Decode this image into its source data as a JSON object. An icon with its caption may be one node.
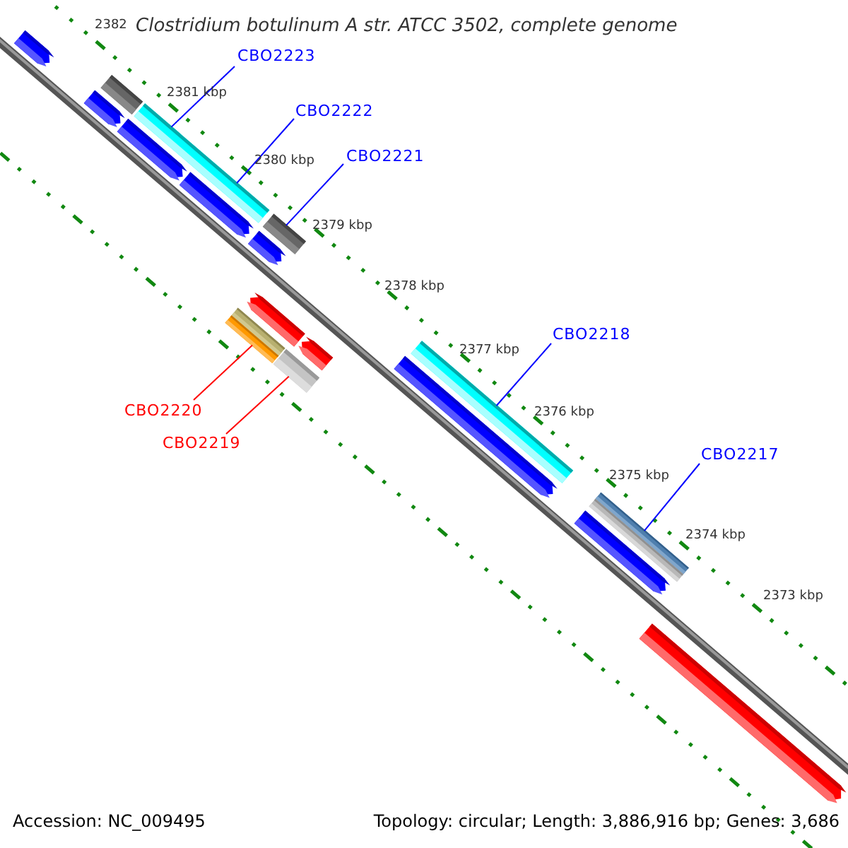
{
  "diagram": {
    "title": "Clostridium botulinum A str. ATCC 3502, complete genome",
    "nodes": [
      {
        "text": [
          "CBO2223"
        ]
      },
      {
        "text": [
          "CBO2222"
        ]
      },
      {
        "text": [
          "CBO2221"
        ]
      },
      {
        "text": [
          "CBO2218"
        ]
      },
      {
        "text": [
          "CBO2217"
        ]
      },
      {
        "text": [
          "CBO2220"
        ]
      },
      {
        "text": [
          "CBO2219"
        ]
      },
      {
        "text": [],
        "shape": "arrow"
      },
      {
        "text": [],
        "shape": "bar"
      },
      {
        "text": [],
        "shape": "arrow"
      },
      {
        "text": [],
        "shape": "bar"
      },
      {
        "text": [],
        "shape": "arrow"
      },
      {
        "text": [],
        "shape": "arrow"
      },
      {
        "text": [],
        "shape": "bar"
      },
      {
        "text": [],
        "shape": "arrow"
      },
      {
        "text": [],
        "shape": "arrow"
      },
      {
        "text": [],
        "shape": "bar"
      },
      {
        "text": [],
        "shape": "bar"
      },
      {
        "text": [],
        "shape": "arrow"
      },
      {
        "text": [],
        "shape": "bar"
      },
      {
        "text": [],
        "shape": "bar"
      },
      {
        "text": [],
        "shape": "arrow"
      },
      {
        "text": [],
        "shape": "bar"
      },
      {
        "text": [],
        "shape": "bar"
      },
      {
        "text": [],
        "shape": "arrow"
      },
      {
        "text": [],
        "shape": "arrow"
      }
    ],
    "edges": [
      {
        "from": 0,
        "to": 10,
        "arrow": "none"
      },
      {
        "from": 1,
        "to": 10,
        "arrow": "none"
      },
      {
        "from": 2,
        "to": 13,
        "arrow": "none"
      },
      {
        "from": 3,
        "to": 20,
        "arrow": "none"
      },
      {
        "from": 4,
        "to": 22,
        "arrow": "none"
      },
      {
        "from": 5,
        "to": 17,
        "arrow": "none",
        "color": "#ff0000"
      },
      {
        "from": 6,
        "to": 19,
        "arrow": "none",
        "color": "#ff0000"
      }
    ],
    "labels": [
      "2382",
      "2381 kbp",
      "2380 kbp",
      "2379 kbp",
      "2378 kbp",
      "2377 kbp",
      "2376 kbp",
      "2375 kbp",
      "2374 kbp",
      "2373 kbp",
      "Accession: NC_009495",
      "Topology: circular; Length: 3,886,916 bp; Genes: 3,686"
    ]
  }
}
